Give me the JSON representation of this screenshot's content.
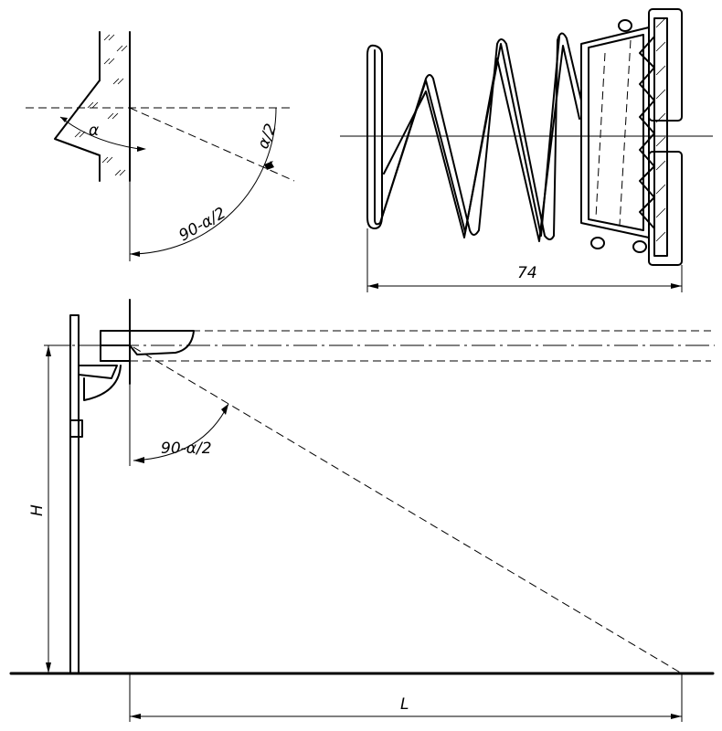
{
  "labels": {
    "alpha": "α",
    "alpha_half": "α/2",
    "ninety_minus_half_alpha_top": "90-α/2",
    "dim_74": "74",
    "ninety_minus_half_alpha_bottom": "90-α/2",
    "height_H": "H",
    "length_L": "L"
  }
}
